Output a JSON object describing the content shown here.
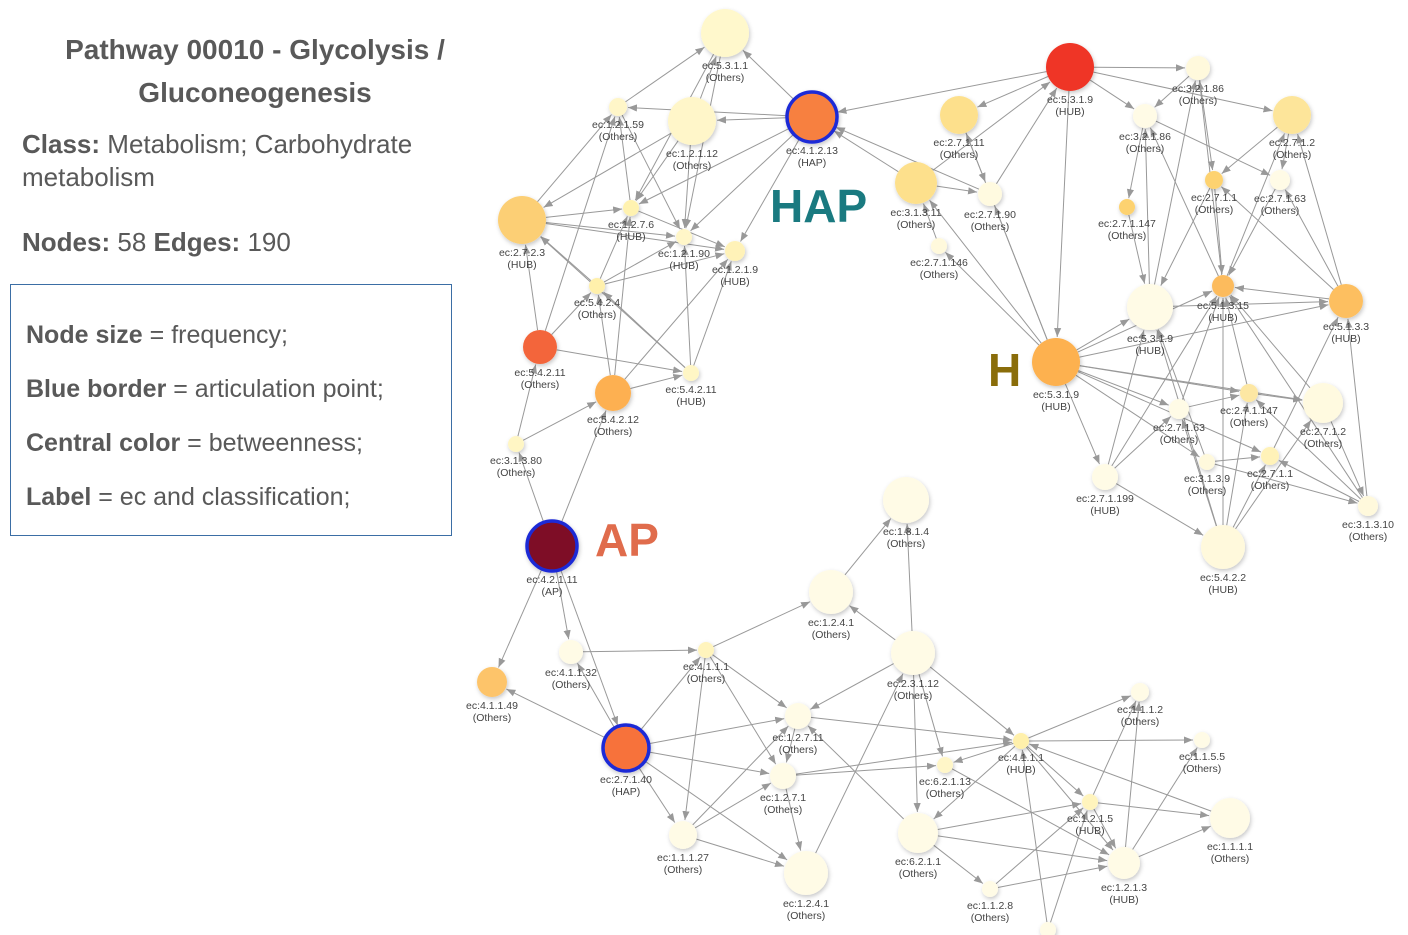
{
  "title": {
    "line1": "Pathway 00010 - Glycolysis /",
    "line2": "Gluconeogenesis"
  },
  "class": {
    "label": "Class:",
    "value": "Metabolism; Carbohydrate metabolism"
  },
  "counts": {
    "nodes_label": "Nodes:",
    "nodes_value": "58",
    "edges_label": "Edges:",
    "edges_value": "190"
  },
  "legend": [
    {
      "key": "Node size",
      "desc": " = frequency;"
    },
    {
      "key": "Blue border",
      "desc": " = articulation point;"
    },
    {
      "key": "Central color",
      "desc": " = betweenness;"
    },
    {
      "key": "Label",
      "desc": " = ec and classification;"
    }
  ],
  "callouts": {
    "hap": "HAP",
    "h": "H",
    "ap": "AP"
  },
  "colors": {
    "hap_callout": "#1a7a80",
    "h_callout": "#8a6d0a",
    "ap_callout": "#e06c4c",
    "articulation_border": "#1f2bd6",
    "edge": "#999999"
  },
  "graph": {
    "nodes": [
      {
        "id": "n1",
        "ec": "ec:5.3.1.1",
        "cls": "(Others)"
      },
      {
        "id": "n2",
        "ec": "ec:1.2.1.59",
        "cls": "(Others)"
      },
      {
        "id": "n3",
        "ec": "ec:1.2.1.12",
        "cls": "(Others)"
      },
      {
        "id": "n4",
        "ec": "ec:4.1.2.13",
        "cls": "(HAP)"
      },
      {
        "id": "n5",
        "ec": "ec:2.7.2.3",
        "cls": "(HUB)"
      },
      {
        "id": "n6",
        "ec": "ec:1.2.7.6",
        "cls": "(HUB)"
      },
      {
        "id": "n7",
        "ec": "ec:1.2.1.90",
        "cls": "(HUB)"
      },
      {
        "id": "n8",
        "ec": "ec:1.2.1.9",
        "cls": "(HUB)"
      },
      {
        "id": "n9",
        "ec": "ec:5.4.2.4",
        "cls": "(Others)"
      },
      {
        "id": "n10",
        "ec": "ec:5.4.2.11",
        "cls": "(Others)"
      },
      {
        "id": "n11",
        "ec": "ec:5.4.2.12",
        "cls": "(Others)"
      },
      {
        "id": "n12",
        "ec": "ec:5.4.2.11",
        "cls": "(HUB)"
      },
      {
        "id": "n13",
        "ec": "ec:3.1.3.80",
        "cls": "(Others)"
      },
      {
        "id": "n14",
        "ec": "ec:4.2.1.11",
        "cls": "(AP)"
      },
      {
        "id": "n15",
        "ec": "ec:5.3.1.9",
        "cls": "(HUB)"
      },
      {
        "id": "n16",
        "ec": "ec:2.7.1.11",
        "cls": "(Others)"
      },
      {
        "id": "n17",
        "ec": "ec:3.1.3.11",
        "cls": "(Others)"
      },
      {
        "id": "n18",
        "ec": "ec:2.7.1.90",
        "cls": "(Others)"
      },
      {
        "id": "n19",
        "ec": "ec:2.7.1.146",
        "cls": "(Others)"
      },
      {
        "id": "n20",
        "ec": "ec:3.2.1.86",
        "cls": "(Others)"
      },
      {
        "id": "n21",
        "ec": "ec:3.2.1.86",
        "cls": "(Others)"
      },
      {
        "id": "n22",
        "ec": "ec:2.7.1.2",
        "cls": "(Others)"
      },
      {
        "id": "n23",
        "ec": "ec:2.7.1.147",
        "cls": "(Others)"
      },
      {
        "id": "n24",
        "ec": "ec:2.7.1.1",
        "cls": "(Others)"
      },
      {
        "id": "n25",
        "ec": "ec:2.7.1.63",
        "cls": "(Others)"
      },
      {
        "id": "n26",
        "ec": "ec:5.3.1.9",
        "cls": "(HUB)"
      },
      {
        "id": "n27",
        "ec": "ec:5.1.3.15",
        "cls": "(HUB)"
      },
      {
        "id": "n28",
        "ec": "ec:5.1.3.3",
        "cls": "(HUB)"
      },
      {
        "id": "n29",
        "ec": "ec:5.3.1.9",
        "cls": "(HUB)"
      },
      {
        "id": "n30",
        "ec": "ec:2.7.1.63",
        "cls": "(Others)"
      },
      {
        "id": "n31",
        "ec": "ec:2.7.1.147",
        "cls": "(Others)"
      },
      {
        "id": "n32",
        "ec": "ec:2.7.1.2",
        "cls": "(Others)"
      },
      {
        "id": "n33",
        "ec": "ec:3.1.3.9",
        "cls": "(Others)"
      },
      {
        "id": "n34",
        "ec": "ec:2.7.1.1",
        "cls": "(Others)"
      },
      {
        "id": "n35",
        "ec": "ec:2.7.1.199",
        "cls": "(HUB)"
      },
      {
        "id": "n36",
        "ec": "ec:3.1.3.10",
        "cls": "(Others)"
      },
      {
        "id": "n37",
        "ec": "ec:5.4.2.2",
        "cls": "(HUB)"
      },
      {
        "id": "n38",
        "ec": "ec:1.8.1.4",
        "cls": "(Others)"
      },
      {
        "id": "n39",
        "ec": "ec:1.2.4.1",
        "cls": "(Others)"
      },
      {
        "id": "n40",
        "ec": "ec:4.1.1.32",
        "cls": "(Others)"
      },
      {
        "id": "n41",
        "ec": "ec:4.1.1.49",
        "cls": "(Others)"
      },
      {
        "id": "n42",
        "ec": "ec:4.1.1.1",
        "cls": "(Others)"
      },
      {
        "id": "n43",
        "ec": "ec:2.3.1.12",
        "cls": "(Others)"
      },
      {
        "id": "n44",
        "ec": "ec:2.7.1.40",
        "cls": "(HAP)"
      },
      {
        "id": "n45",
        "ec": "ec:1.2.7.11",
        "cls": "(Others)"
      },
      {
        "id": "n46",
        "ec": "ec:1.2.7.1",
        "cls": "(Others)"
      },
      {
        "id": "n47",
        "ec": "ec:6.2.1.13",
        "cls": "(Others)"
      },
      {
        "id": "n48",
        "ec": "ec:1.1.1.2",
        "cls": "(Others)"
      },
      {
        "id": "n49",
        "ec": "ec:4.1.1.1",
        "cls": "(HUB)"
      },
      {
        "id": "n50",
        "ec": "ec:1.1.5.5",
        "cls": "(Others)"
      },
      {
        "id": "n51",
        "ec": "ec:1.1.1.27",
        "cls": "(Others)"
      },
      {
        "id": "n52",
        "ec": "ec:6.2.1.1",
        "cls": "(Others)"
      },
      {
        "id": "n53",
        "ec": "ec:1.2.1.5",
        "cls": "(HUB)"
      },
      {
        "id": "n54",
        "ec": "ec:1.1.1.1",
        "cls": "(Others)"
      },
      {
        "id": "n55",
        "ec": "ec:1.2.4.1",
        "cls": "(Others)"
      },
      {
        "id": "n56",
        "ec": "ec:1.1.2.8",
        "cls": "(Others)"
      },
      {
        "id": "n57",
        "ec": "ec:1.2.1.3",
        "cls": "(HUB)"
      },
      {
        "id": "n58",
        "ec": "",
        "cls": ""
      }
    ]
  }
}
